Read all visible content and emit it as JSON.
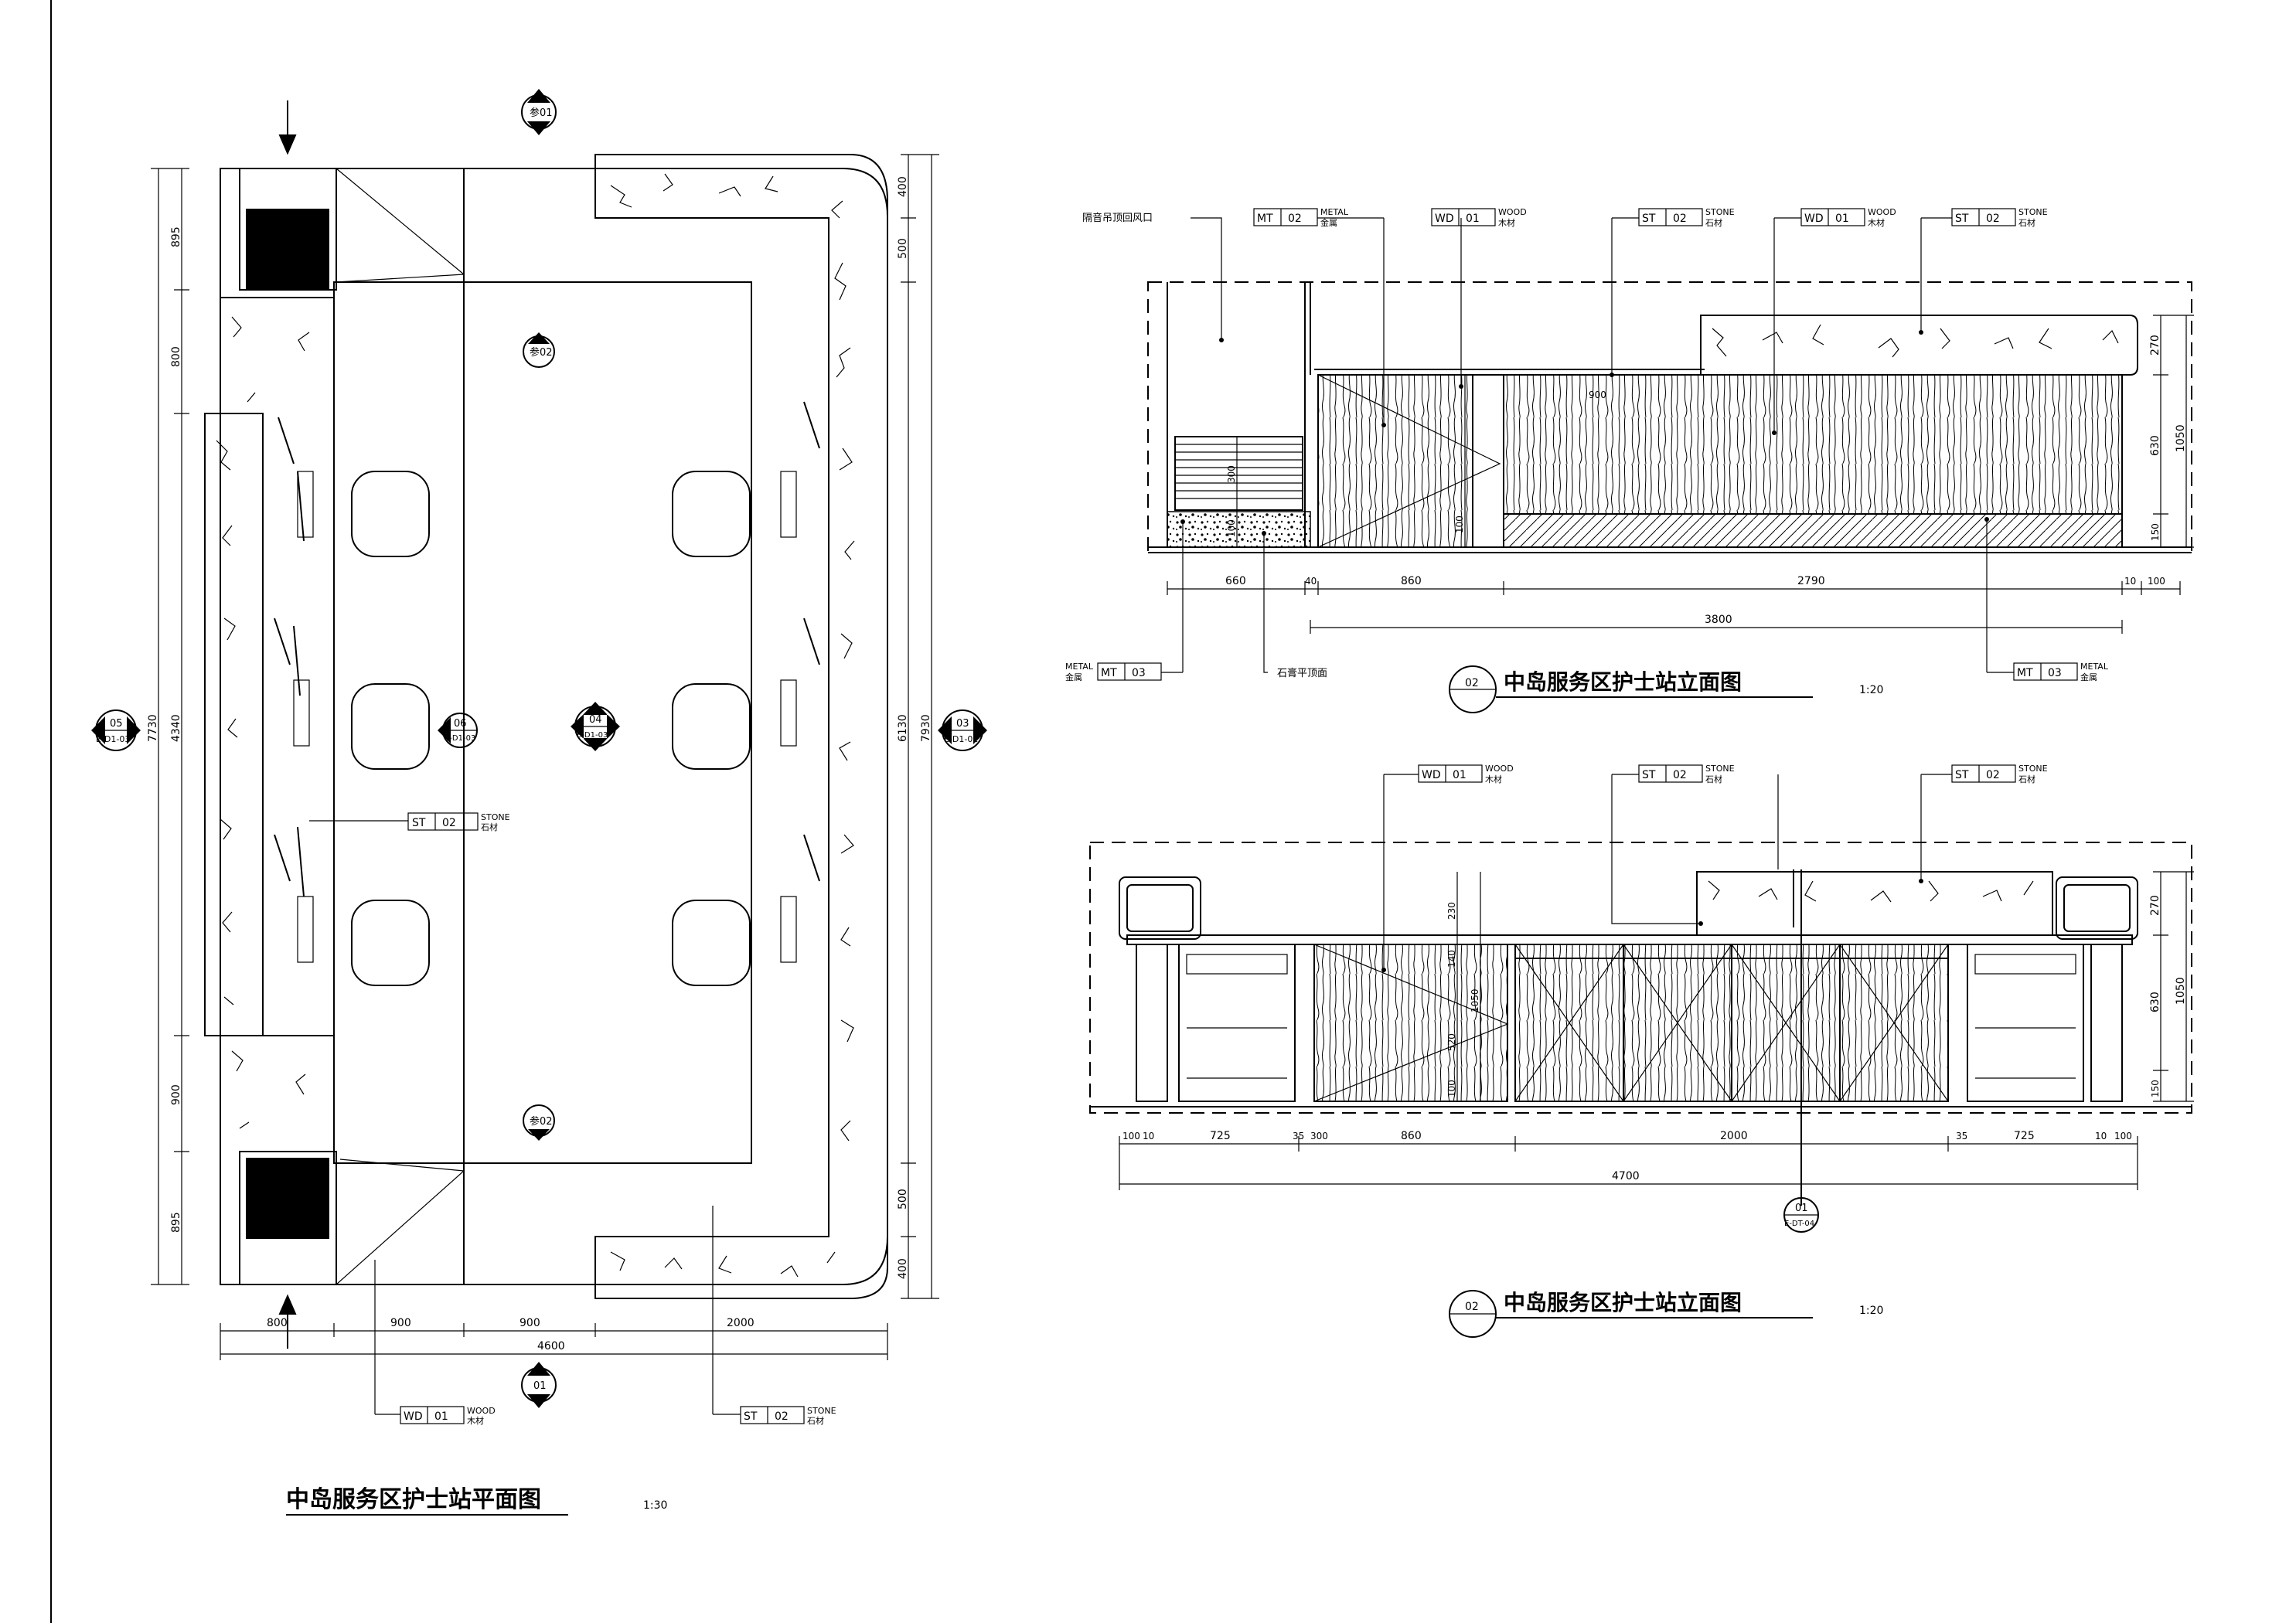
{
  "plan": {
    "title": "中岛服务区护士站平面图",
    "scale": "1:30",
    "dims_bottom": [
      "800",
      "900",
      "900",
      "2000"
    ],
    "dim_total_bottom": "4600",
    "dims_left": [
      "895",
      "800",
      "900",
      "895"
    ],
    "dim_left_mid": "4340",
    "dim_left_total": "7730",
    "dims_right": [
      "400",
      "500",
      "500",
      "400"
    ],
    "dim_right_mid": "6130",
    "dim_right_total": "7930",
    "markers": {
      "top": "参01",
      "inner_top": "参02",
      "inner_bottom": "参02",
      "bottom": "01",
      "left": {
        "num": "05",
        "ref": "E-D1-03"
      },
      "mid_left": {
        "num": "06",
        "ref": "E-D1-03"
      },
      "center": {
        "num": "04",
        "ref": "E-D1-03"
      },
      "right": {
        "num": "03",
        "ref": "E-D1-02"
      }
    },
    "tags": [
      {
        "code": "ST",
        "num": "02",
        "en": "STONE",
        "cn": "石材"
      },
      {
        "code": "WD",
        "num": "01",
        "en": "WOOD",
        "cn": "木材"
      },
      {
        "code": "ST",
        "num": "02",
        "en": "STONE",
        "cn": "石材"
      }
    ]
  },
  "elev1": {
    "num": "02",
    "title": "中岛服务区护士站立面图",
    "scale": "1:20",
    "note_top": "隔音吊顶回风口",
    "note_bottom": "石膏平顶面",
    "dims_bottom": [
      "660",
      "40",
      "860",
      "2790",
      "10",
      "100"
    ],
    "dim_total": "3800",
    "dims_right": [
      "270",
      "630",
      "150"
    ],
    "dim_right_total": "1050",
    "dims_inner": [
      "300",
      "100",
      "100",
      "900"
    ],
    "tags_top": [
      {
        "code": "MT",
        "num": "02",
        "en": "METAL",
        "cn": "金属"
      },
      {
        "code": "WD",
        "num": "01",
        "en": "WOOD",
        "cn": "木材"
      },
      {
        "code": "ST",
        "num": "02",
        "en": "STONE",
        "cn": "石材"
      },
      {
        "code": "WD",
        "num": "01",
        "en": "WOOD",
        "cn": "木材"
      },
      {
        "code": "ST",
        "num": "02",
        "en": "STONE",
        "cn": "石材"
      }
    ],
    "tags_bottom": [
      {
        "code": "MT",
        "num": "03",
        "en": "METAL",
        "cn": "金属"
      },
      {
        "code": "MT",
        "num": "03",
        "en": "METAL",
        "cn": "金属"
      }
    ]
  },
  "elev2": {
    "num": "02",
    "title": "中岛服务区护士站立面图",
    "scale": "1:20",
    "dims_bottom": [
      "100",
      "10",
      "725",
      "35",
      "300",
      "860",
      "2000",
      "35",
      "725",
      "10",
      "100"
    ],
    "dim_total": "4700",
    "dims_right": [
      "270",
      "630",
      "150"
    ],
    "dim_right_total": "1050",
    "dims_left": [
      "230",
      "140",
      "1050",
      "520",
      "100"
    ],
    "section_marker": {
      "num": "01",
      "ref": "E-DT-04"
    },
    "tags_top": [
      {
        "code": "WD",
        "num": "01",
        "en": "WOOD",
        "cn": "木材"
      },
      {
        "code": "ST",
        "num": "02",
        "en": "STONE",
        "cn": "石材"
      },
      {
        "code": "ST",
        "num": "02",
        "en": "STONE",
        "cn": "石材"
      }
    ]
  }
}
